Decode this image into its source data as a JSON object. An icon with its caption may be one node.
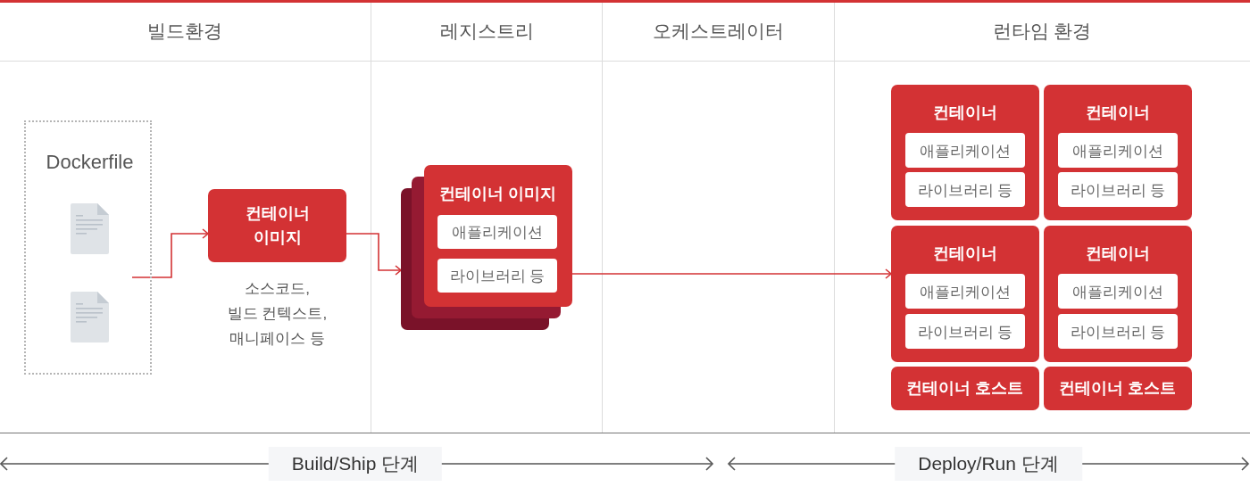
{
  "diagram": {
    "nodes": [
      {
        "text": [
          "Dockerfile"
        ]
      },
      {
        "text": [
          "컨테이너 이미지"
        ],
        "beside": [
          "소스코드, 빌드 컨텍스트, 매니페이스 등"
        ]
      },
      {
        "text": [
          "컨테이너 이미지"
        ]
      },
      {
        "text": [
          "애플리케이션"
        ],
        "in": 2
      },
      {
        "text": [
          "라이브러리 등"
        ],
        "in": 2
      },
      {
        "text": [
          "컨테이너"
        ]
      },
      {
        "text": [
          "애플리케이션"
        ],
        "in": 5
      },
      {
        "text": [
          "라이브러리 등"
        ],
        "in": 5
      },
      {
        "text": [
          "컨테이너"
        ]
      },
      {
        "text": [
          "애플리케이션"
        ],
        "in": 8
      },
      {
        "text": [
          "라이브러리 등"
        ],
        "in": 8
      },
      {
        "text": [
          "컨테이너"
        ]
      },
      {
        "text": [
          "애플리케이션"
        ],
        "in": 11
      },
      {
        "text": [
          "라이브러리 등"
        ],
        "in": 11
      },
      {
        "text": [
          "컨테이너"
        ]
      },
      {
        "text": [
          "애플리케이션"
        ],
        "in": 14
      },
      {
        "text": [
          "라이브러리 등"
        ],
        "in": 14
      },
      {
        "text": [
          "컨테이너 호스트"
        ]
      },
      {
        "text": [
          "컨테이너 호스트"
        ]
      }
    ],
    "edges": [
      {
        "from": 0,
        "to": 1,
        "arrow": "to"
      },
      {
        "from": 1,
        "to": 2,
        "arrow": "to"
      },
      {
        "from": 2,
        "to": 11,
        "arrow": "to"
      }
    ],
    "labels": [
      "빌드환경",
      "레지스트리",
      "오케스트레이터",
      "런타임 환경",
      "Build/Ship 단계",
      "Deploy/Run 단계"
    ]
  }
}
